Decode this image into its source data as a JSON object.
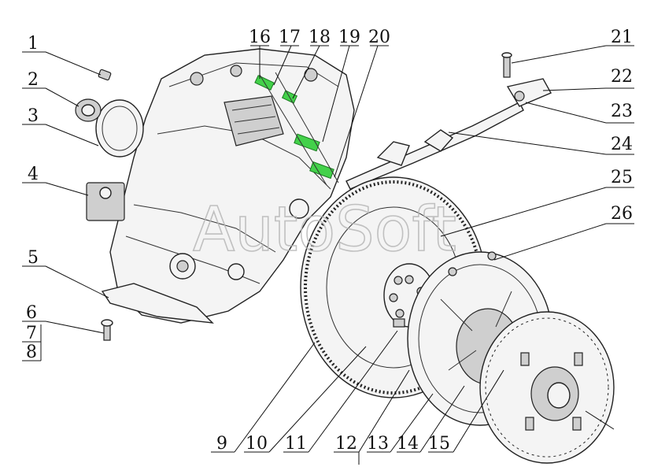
{
  "watermark": {
    "text": "AutoSoft"
  },
  "colors": {
    "line": "#111111",
    "highlight": "#43d14a",
    "watermark": "#b8b8b8"
  },
  "callouts": {
    "c1": "1",
    "c2": "2",
    "c3": "3",
    "c4": "4",
    "c5": "5",
    "c6": "6",
    "c7": "7",
    "c8": "8",
    "c9": "9",
    "c10": "10",
    "c11": "11",
    "c12": "12",
    "c13": "13",
    "c14": "14",
    "c15": "15",
    "c16": "16",
    "c17": "17",
    "c18": "18",
    "c19": "19",
    "c20": "20",
    "c21": "21",
    "c22": "22",
    "c23": "23",
    "c24": "24",
    "c25": "25",
    "c26": "26"
  }
}
